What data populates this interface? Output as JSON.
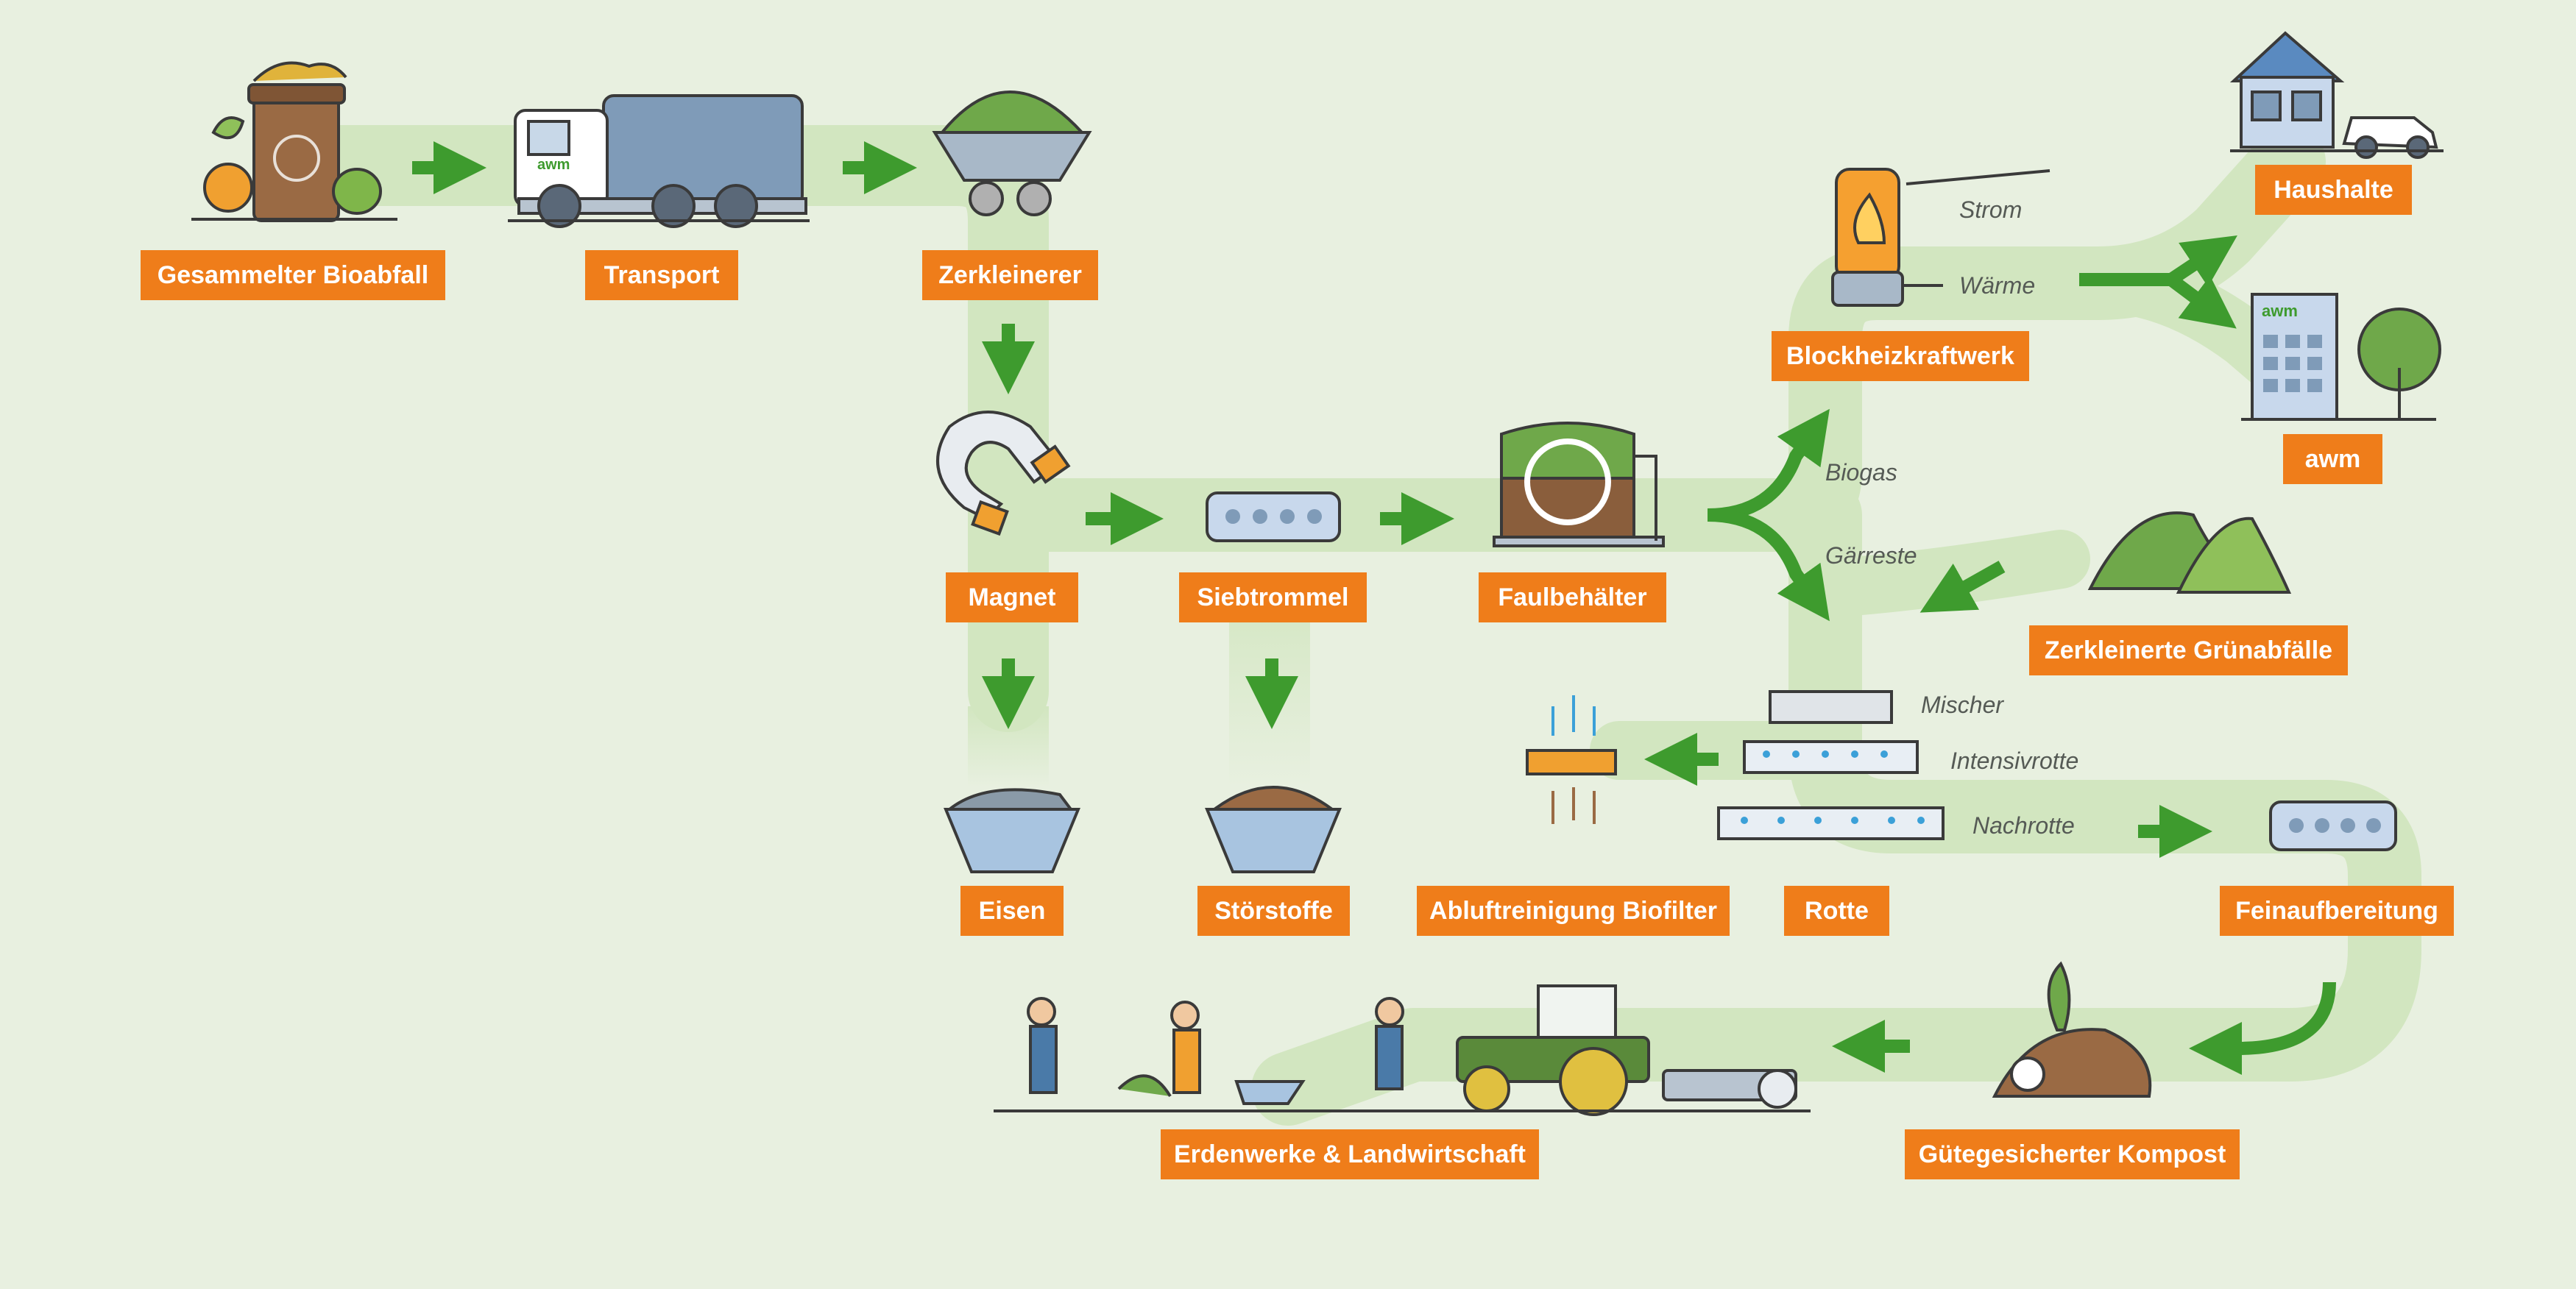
{
  "colors": {
    "background": "#e8f0e0",
    "flow_path": "#d2e6c0",
    "arrow": "#3e9b2e",
    "label_bg": "#ef7d1a",
    "label_text": "#ffffff"
  },
  "stations": {
    "gesammelter_bioabfall": "Gesammelter Bioabfall",
    "transport": "Transport",
    "zerkleinerer": "Zerkleinerer",
    "magnet": "Magnet",
    "siebtrommel": "Siebtrommel",
    "faulbehaelter": "Faulbehälter",
    "eisen": "Eisen",
    "stoerstoffe": "Störstoffe",
    "blockheizkraftwerk": "Blockheizkraftwerk",
    "haushalte": "Haushalte",
    "awm": "awm",
    "zerkleinerte_gruenabfaelle": "Zerkleinerte Grünabfälle",
    "abluftreinigung": "Abluftreinigung Biofilter",
    "rotte": "Rotte",
    "feinaufbereitung": "Feinaufbereitung",
    "erdenwerke": "Erdenwerke & Landwirtschaft",
    "kompost": "Gütegesicherter Kompost"
  },
  "annotations": {
    "strom": "Strom",
    "waerme": "Wärme",
    "biogas": "Biogas",
    "gaerreste": "Gärreste",
    "mischer": "Mischer",
    "intensivrotte": "Intensivrotte",
    "nachrotte": "Nachrotte"
  },
  "logos": {
    "truck_logo": "awm",
    "building_logo": "awm"
  },
  "icons": [
    "bio-bin-icon",
    "garbage-truck-icon",
    "shredder-hopper-icon",
    "magnet-icon",
    "sieve-drum-icon",
    "digester-tank-icon",
    "scrap-skip-iron-icon",
    "skip-contaminants-icon",
    "chp-plant-icon",
    "house-with-car-icon",
    "office-building-icon",
    "green-waste-piles-icon",
    "biofilter-icon",
    "compost-rows-icon",
    "fine-screen-drum-icon",
    "compost-heap-icon",
    "farmer-tractor-icon",
    "gardeners-icon"
  ]
}
